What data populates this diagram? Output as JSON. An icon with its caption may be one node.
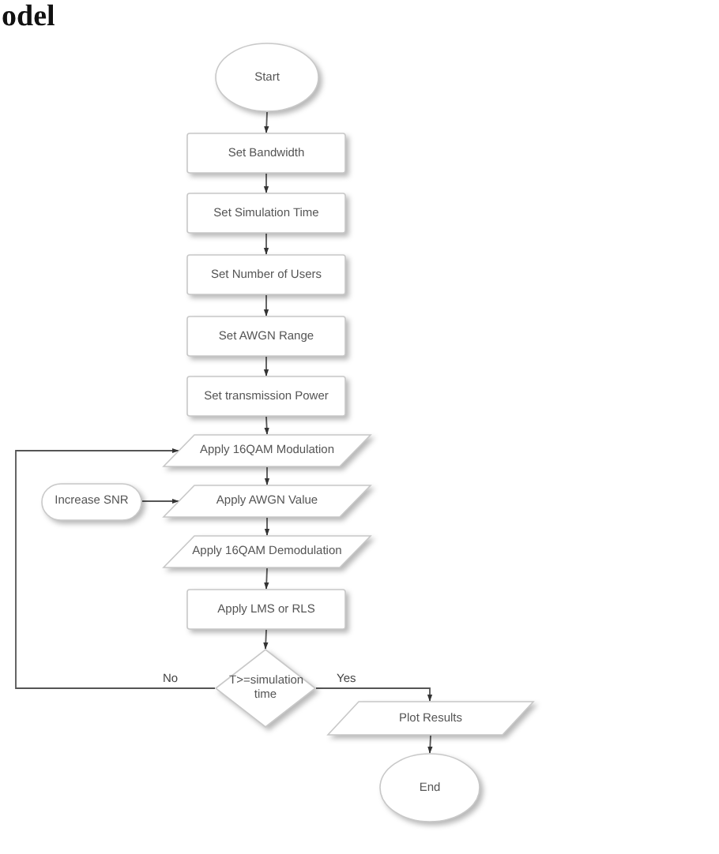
{
  "diagram": {
    "title": "odel",
    "nodes": [
      {
        "text": [
          "Start"
        ]
      },
      {
        "text": [
          "Set Bandwidth"
        ]
      },
      {
        "text": [
          "Set Simulation Time"
        ]
      },
      {
        "text": [
          "Set Number of Users"
        ]
      },
      {
        "text": [
          "Set AWGN Range"
        ]
      },
      {
        "text": [
          "Set transmission Power"
        ]
      },
      {
        "text": [
          "Apply 16QAM Modulation"
        ]
      },
      {
        "text": [
          "Increase SNR"
        ]
      },
      {
        "text": [
          "Apply AWGN Value"
        ]
      },
      {
        "text": [
          "Apply 16QAM Demodulation"
        ]
      },
      {
        "text": [
          "Apply LMS or RLS"
        ]
      },
      {
        "text": [
          "T>=simulation time"
        ]
      },
      {
        "text": [
          "Plot Results"
        ]
      },
      {
        "text": [
          "End"
        ]
      }
    ],
    "edges": [
      {
        "from": 0,
        "to": 1,
        "arrow": "to"
      },
      {
        "from": 1,
        "to": 2,
        "arrow": "to"
      },
      {
        "from": 2,
        "to": 3,
        "arrow": "to"
      },
      {
        "from": 3,
        "to": 4,
        "arrow": "to"
      },
      {
        "from": 4,
        "to": 5,
        "arrow": "to"
      },
      {
        "from": 5,
        "to": 6,
        "arrow": "to"
      },
      {
        "from": 6,
        "to": 8,
        "arrow": "to"
      },
      {
        "from": 7,
        "to": 8,
        "arrow": "to"
      },
      {
        "from": 8,
        "to": 9,
        "arrow": "to"
      },
      {
        "from": 9,
        "to": 10,
        "arrow": "to"
      },
      {
        "from": 10,
        "to": 11,
        "arrow": "to"
      },
      {
        "from": 11,
        "to": 6,
        "arrow": "to",
        "label": "No"
      },
      {
        "from": 11,
        "to": 12,
        "arrow": "to",
        "label": "Yes"
      },
      {
        "from": 12,
        "to": 13,
        "arrow": "to"
      }
    ]
  }
}
